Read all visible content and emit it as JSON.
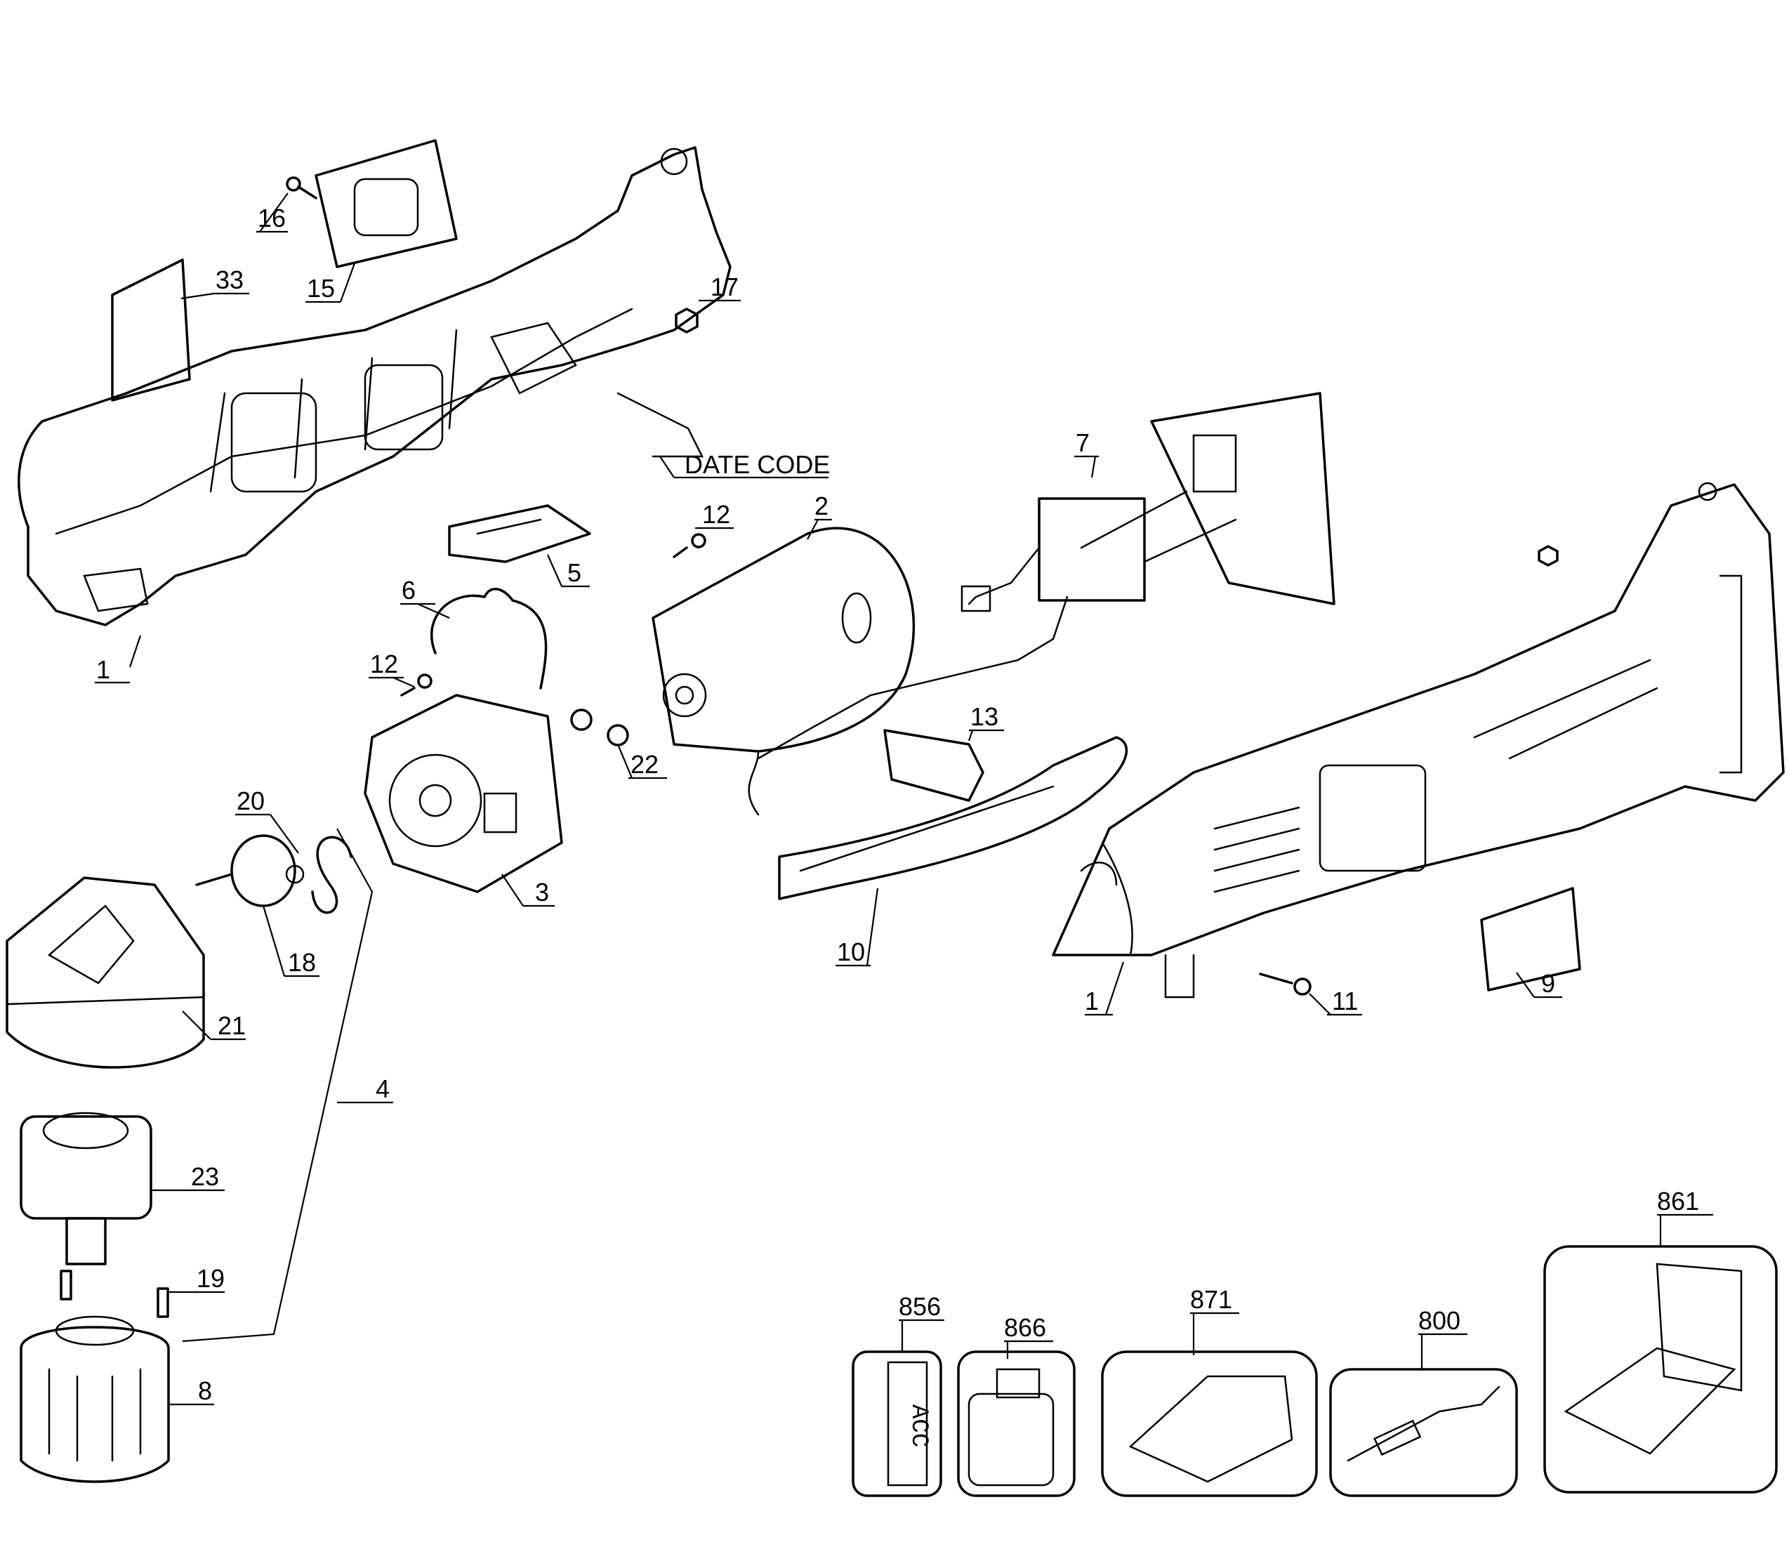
{
  "callouts": {
    "c1a": "1",
    "c1b": "1",
    "c2": "2",
    "c3": "3",
    "c4": "4",
    "c5": "5",
    "c6": "6",
    "c7": "7",
    "c8": "8",
    "c9": "9",
    "c10": "10",
    "c11": "11",
    "c12a": "12",
    "c12b": "12",
    "c13": "13",
    "c15": "15",
    "c16": "16",
    "c17": "17",
    "c18": "18",
    "c19": "19",
    "c20": "20",
    "c21": "21",
    "c22": "22",
    "c23": "23",
    "c33": "33",
    "c800": "800",
    "c856": "856",
    "c861": "861",
    "c866": "866",
    "c871": "871"
  },
  "date_code": "DATE CODE",
  "label_856_text": "ACC"
}
